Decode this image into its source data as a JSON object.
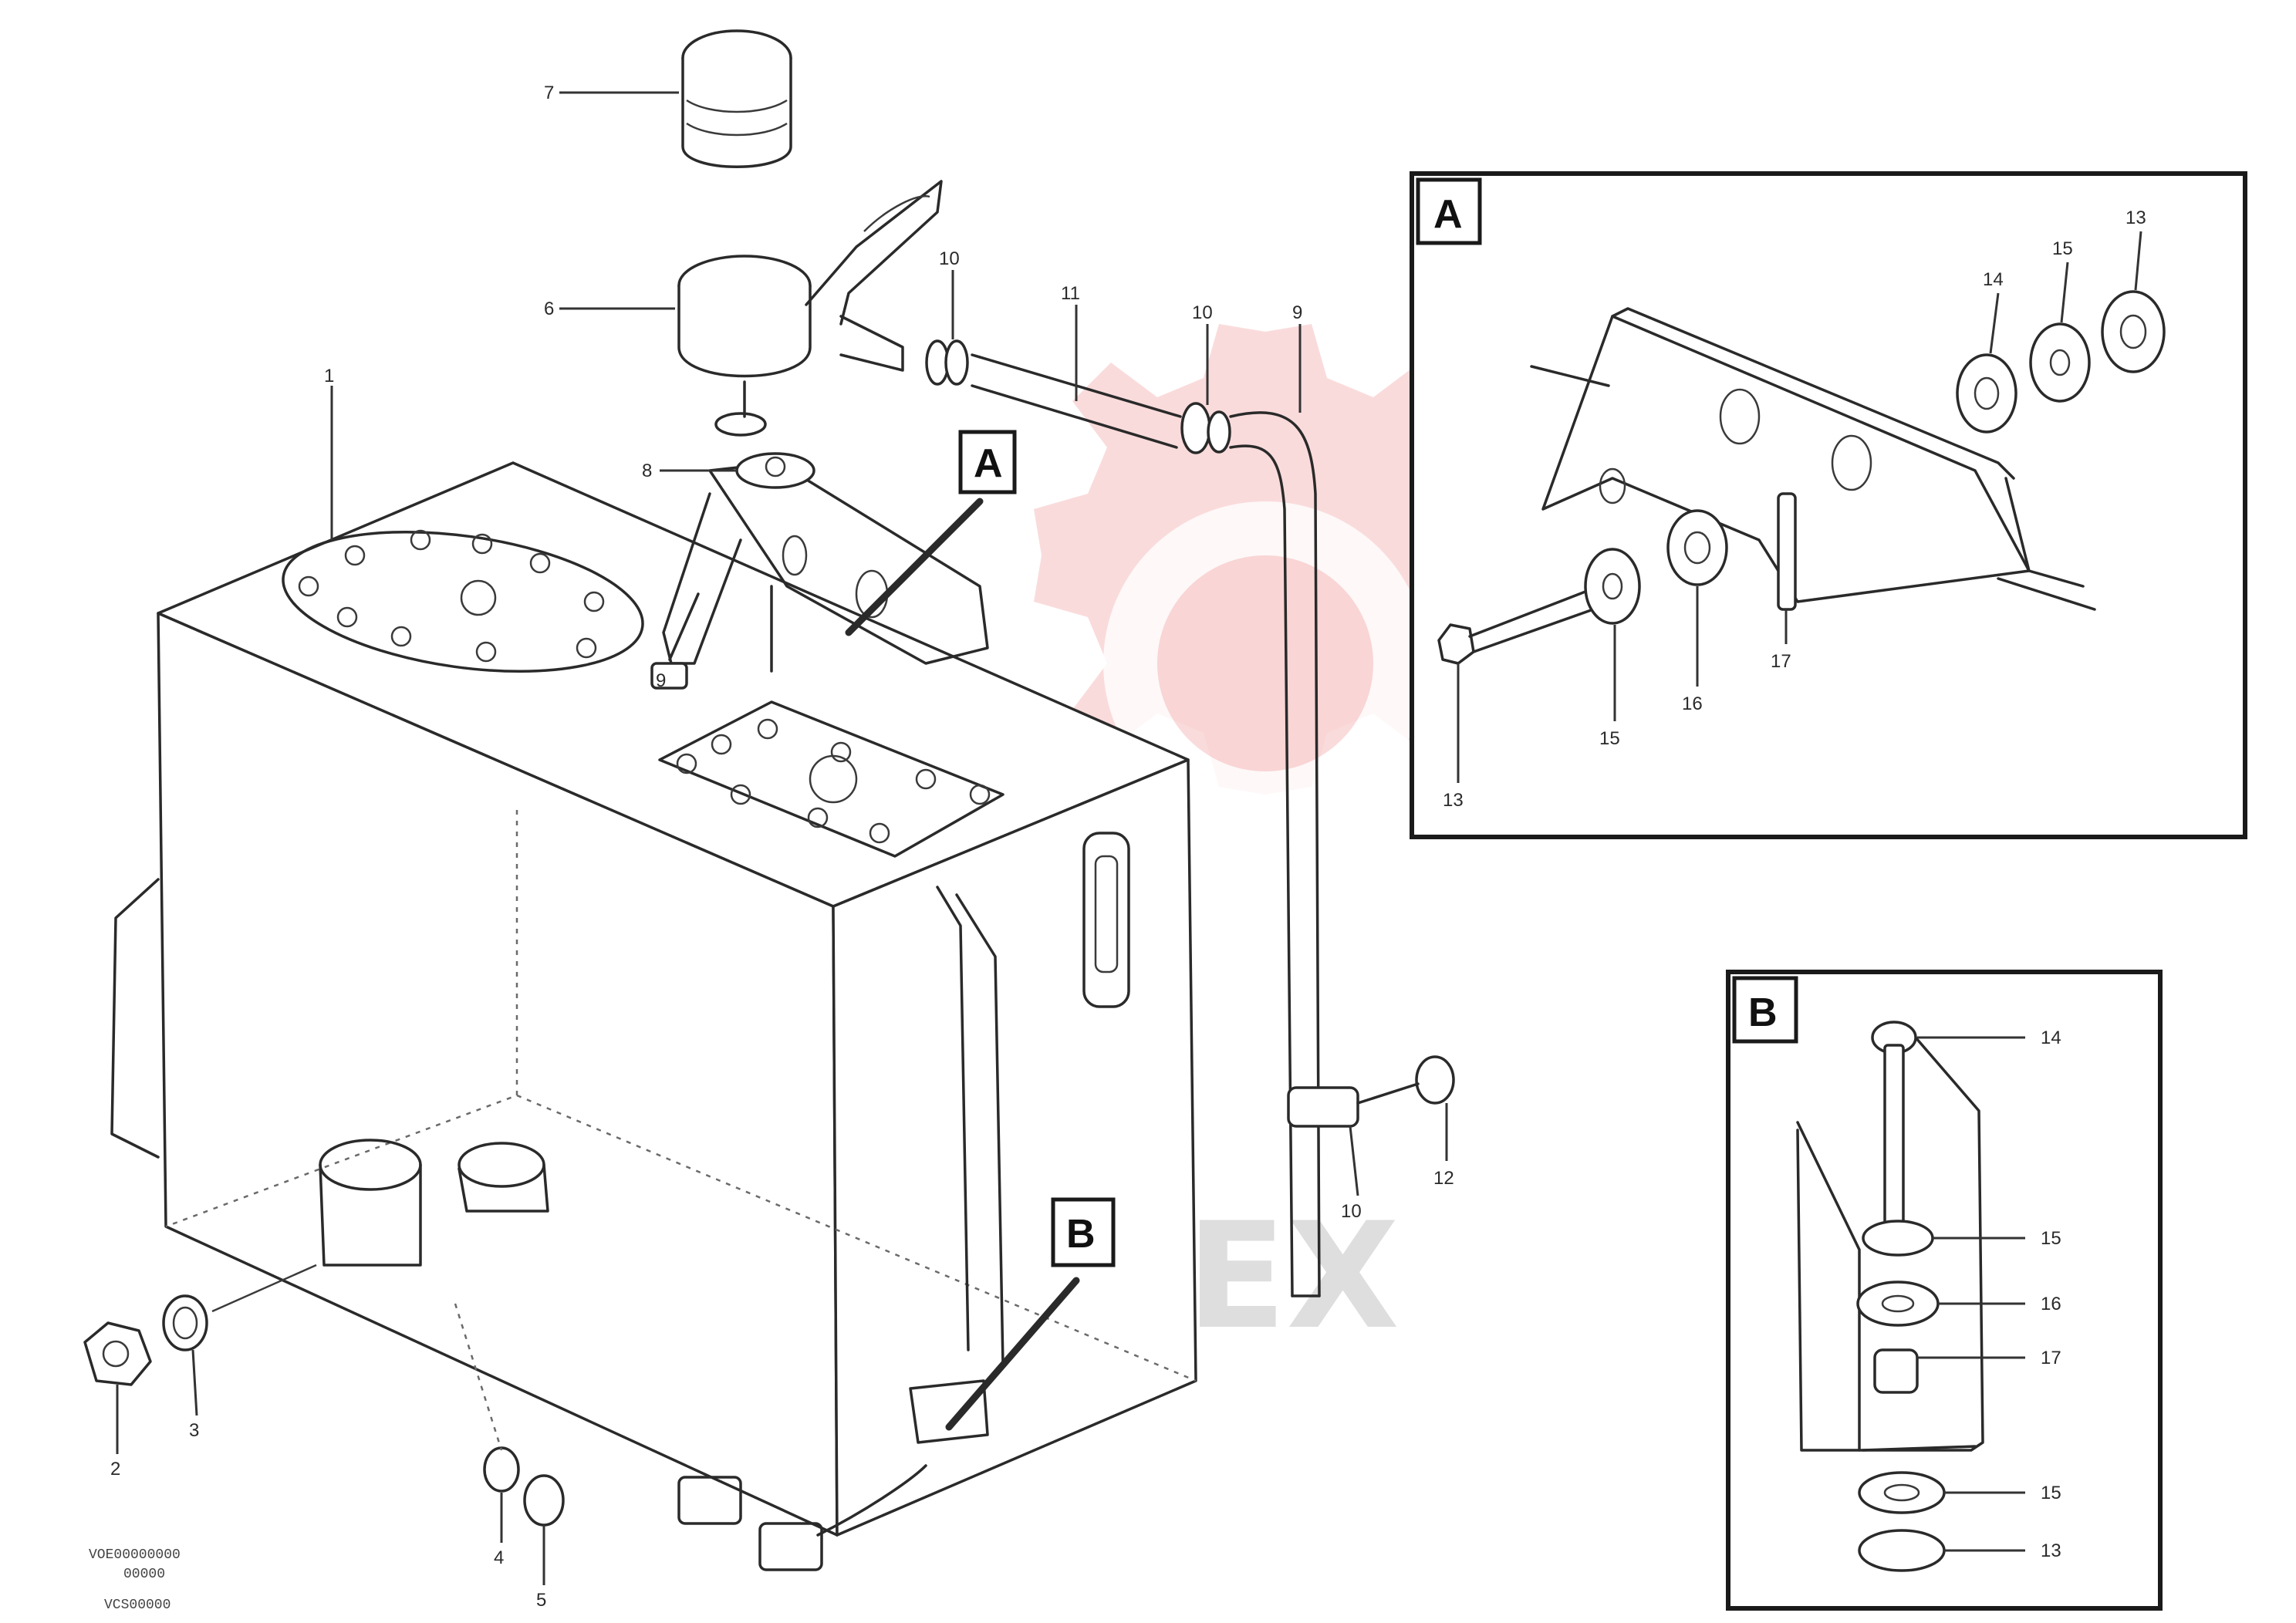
{
  "callouts": {
    "main_a": "A",
    "main_b": "B",
    "panel_a": "A",
    "panel_b": "B"
  },
  "watermark": {
    "text": "ИНТЕХ",
    "color": "#e85a5a"
  },
  "main_labels": {
    "cap": "7",
    "filter_housing": "6",
    "tank": "1",
    "bracket_bolt": "8",
    "clamp_bolt": "9",
    "filler_fitting": "10",
    "hose": "11",
    "pipe_nut": "10",
    "pipe": "9",
    "clip_bolt": "12",
    "clip_nut": "10",
    "drain_plug_left": "2",
    "drain_washer_left": "3",
    "drain_plug_bottom": "4",
    "drain_washer_bottom": "5"
  },
  "panel_a_labels": {
    "bolt": "13",
    "washer_1": "15",
    "spacer": "16",
    "stud": "17",
    "washer_top_1": "14",
    "washer_top_2": "15",
    "nut": "13"
  },
  "panel_b_labels": {
    "bolt": "14",
    "washer_1": "15",
    "spacer": "16",
    "stud": "17",
    "washer_2": "15",
    "nut": "13"
  },
  "footer": {
    "line1": "VOE00000000",
    "line2": "00000",
    "code": "VCS00000"
  }
}
